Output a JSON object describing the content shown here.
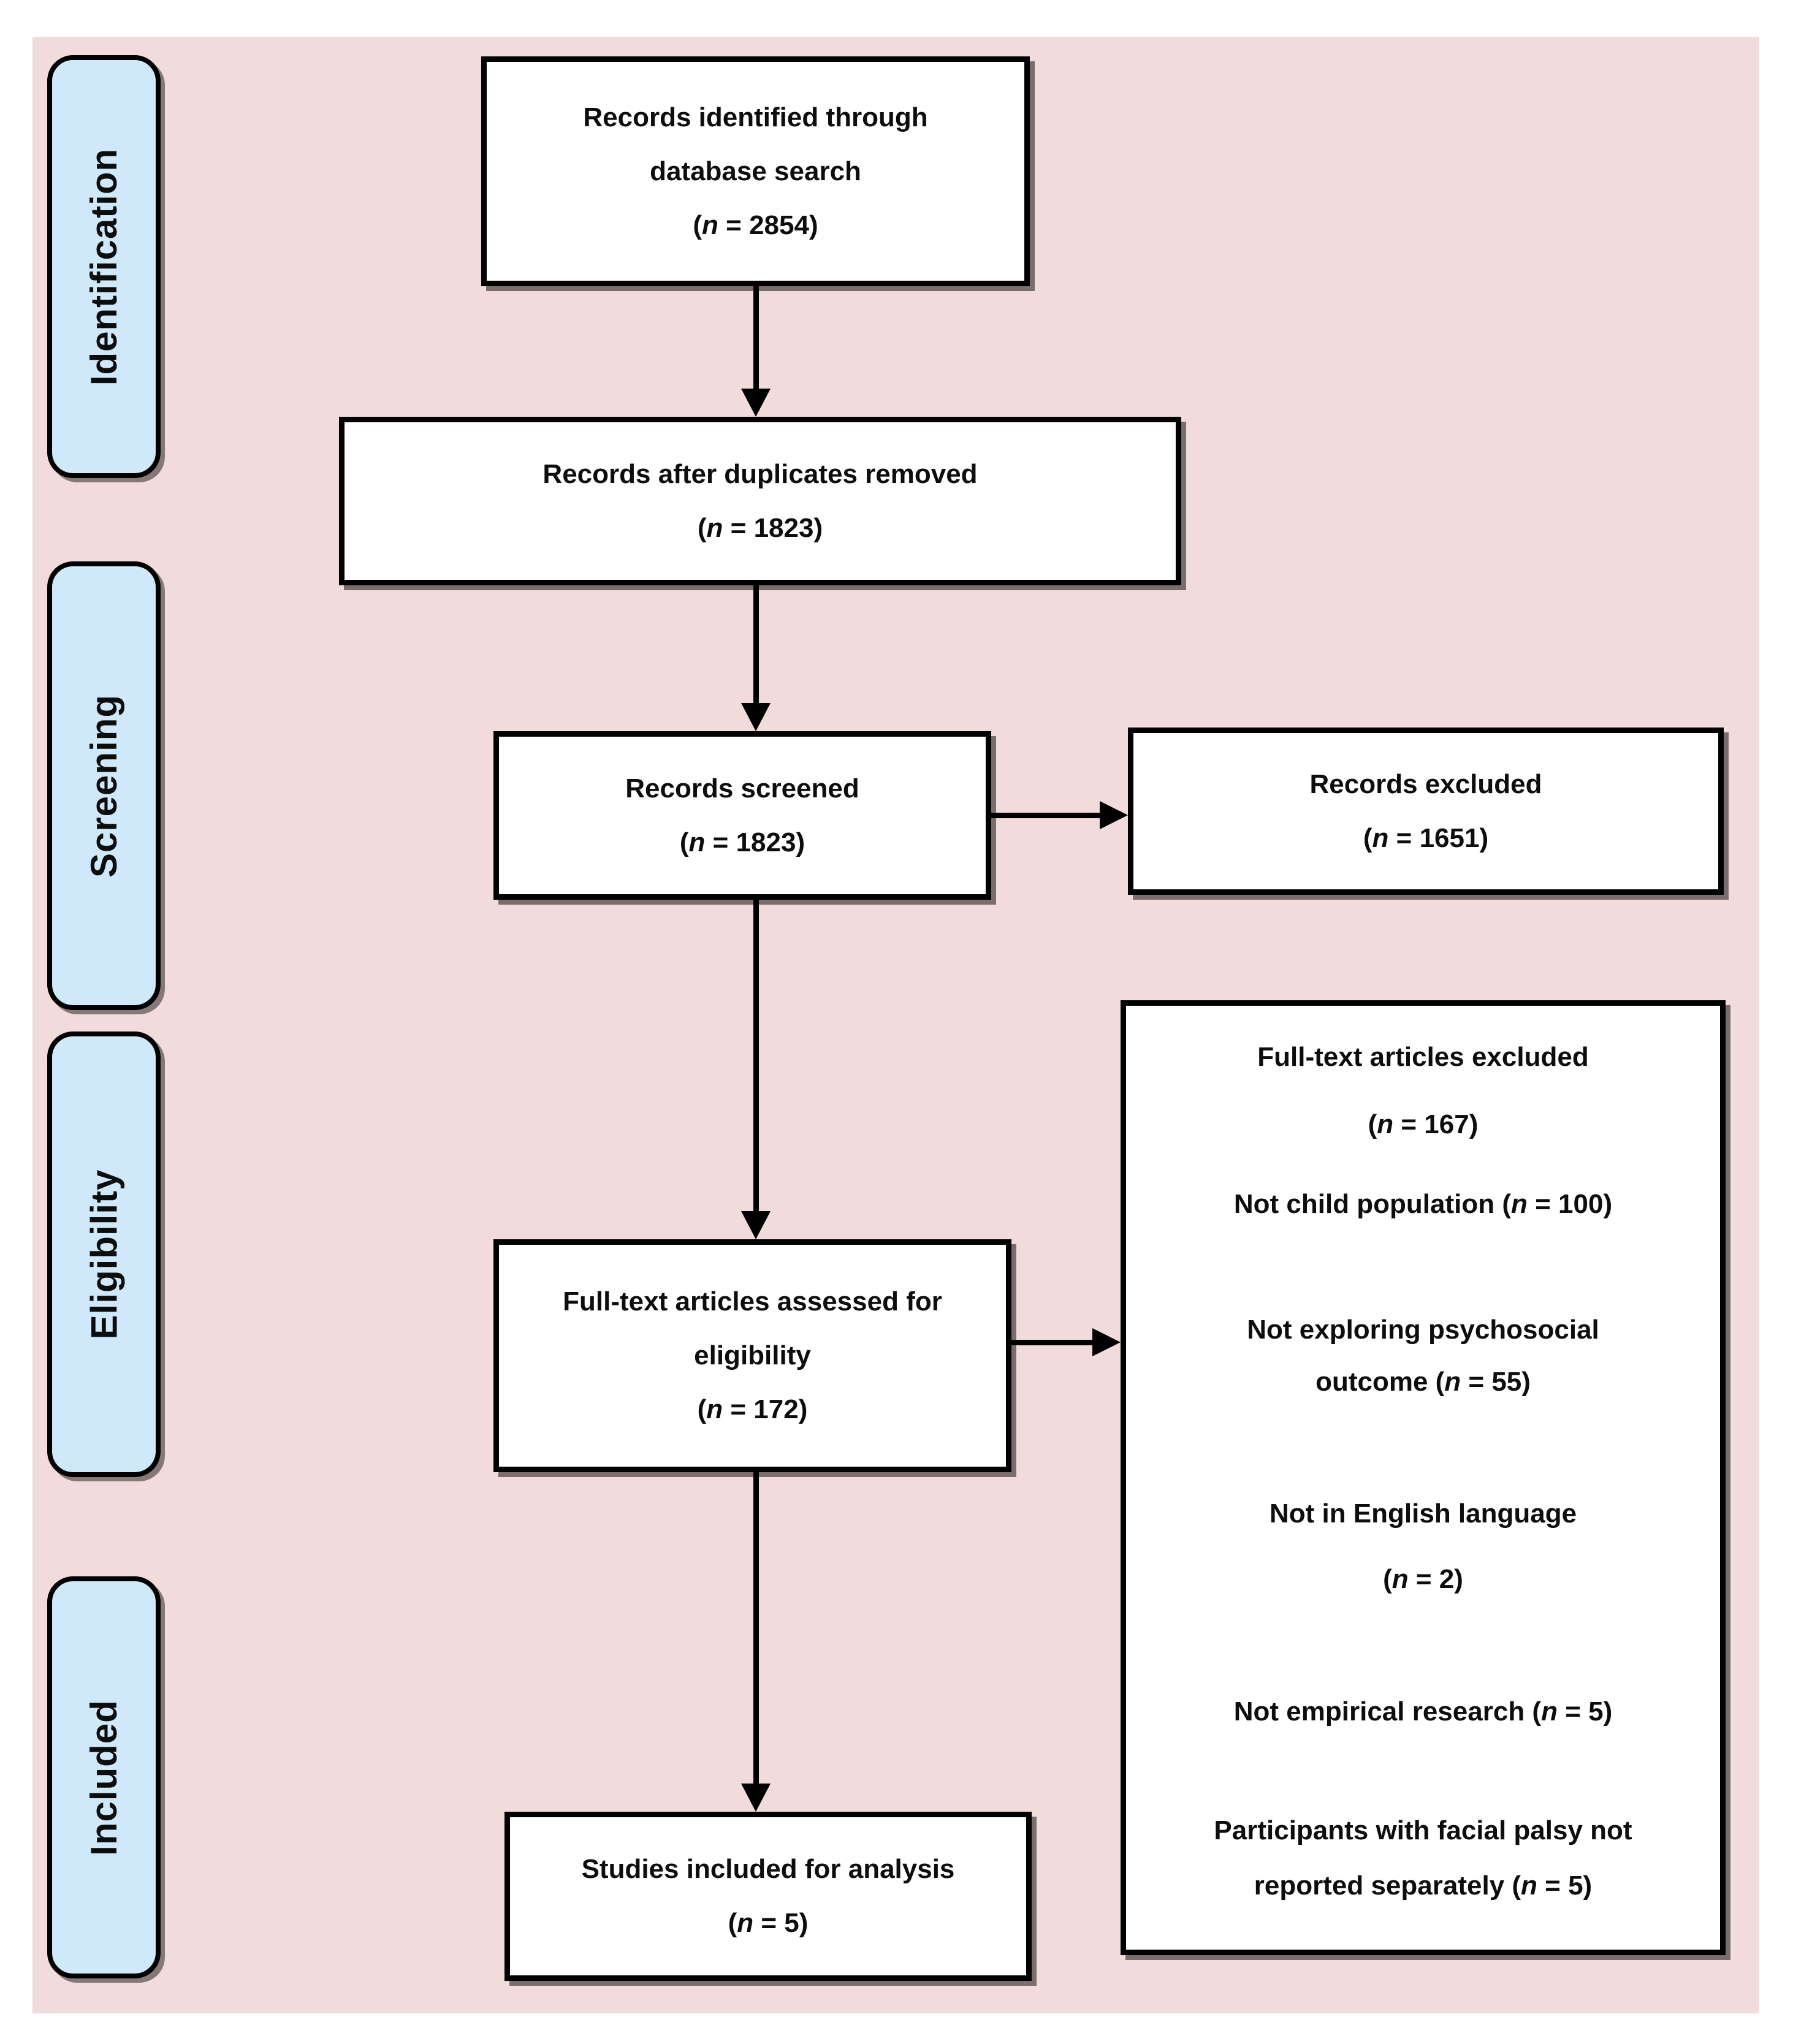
{
  "figure": {
    "kind": "PRISMA flow diagram"
  },
  "colors": {
    "panel_bg": "#f2dcdb",
    "stage_bg": "#cfe9fa",
    "box_bg": "#ffffff",
    "border": "#000000",
    "text": "#0d0d0d"
  },
  "stages": [
    {
      "label": "Identification"
    },
    {
      "label": "Screening"
    },
    {
      "label": "Eligibility"
    },
    {
      "label": "Included"
    }
  ],
  "boxes": {
    "identified": {
      "lines": [
        "Records identified  through",
        "database search",
        "(n =  2854)"
      ]
    },
    "after_duplicates": {
      "lines": [
        "Records after duplicates  removed",
        "(n = 1823)"
      ]
    },
    "screened": {
      "lines": [
        "Records screened",
        "(n = 1823)"
      ]
    },
    "records_excluded": {
      "lines": [
        "Records excluded",
        "(n = 1651)"
      ]
    },
    "fulltext_assessed": {
      "lines": [
        "Full-text articles assessed for",
        "eligibility",
        "(n = 172)"
      ]
    },
    "fulltext_excluded": {
      "title": "Full-text articles excluded",
      "count": "(n = 167)",
      "reasons": [
        {
          "lines": [
            "Not child population  (n = 100)"
          ]
        },
        {
          "lines": [
            "Not exploring psychosocial",
            "outcome  (n = 55)"
          ]
        },
        {
          "lines": [
            "Not in English language",
            "(n = 2)"
          ]
        },
        {
          "lines": [
            "Not empirical research (n = 5)"
          ]
        },
        {
          "lines": [
            "Participants  with facial palsy not",
            "reported separately (n = 5)"
          ]
        }
      ]
    },
    "included_analysis": {
      "lines": [
        "Studies included  for analysis",
        "(n = 5)"
      ]
    }
  }
}
